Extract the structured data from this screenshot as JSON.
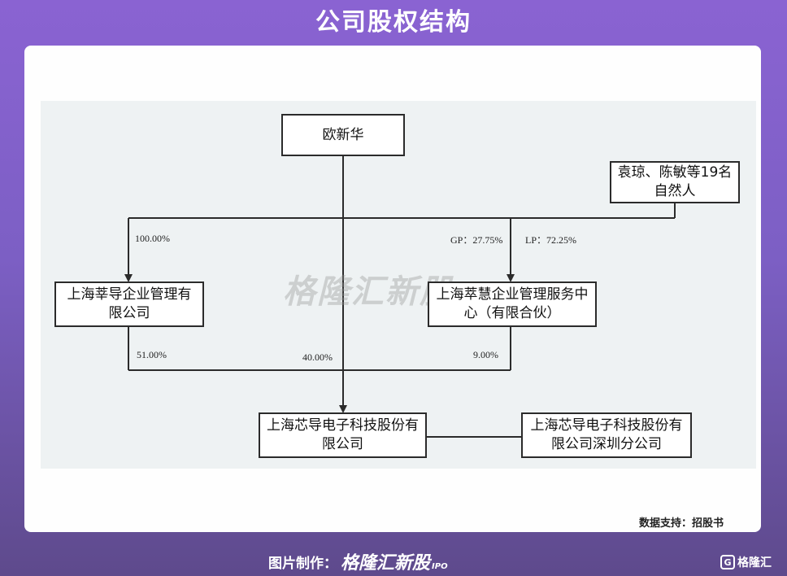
{
  "header": {
    "title": "公司股权结构"
  },
  "watermark": "格隆汇新股",
  "nodes": {
    "ouxinhua": "欧新华",
    "yuanqiong_group": "袁琼、陈敏等19名自然人",
    "cuidao": "上海莘导企业管理有限公司",
    "cuihui": "上海萃慧企业管理服务中心（有限合伙）",
    "xindao": "上海芯导电子科技股份有限公司",
    "shenzhen_branch": "上海芯导电子科技股份有限公司深圳分公司"
  },
  "edges": [
    {
      "from": "ouxinhua",
      "to": "cuidao",
      "label": "100.00%"
    },
    {
      "from": "ouxinhua",
      "to": "cuihui",
      "label": "GP：27.75%"
    },
    {
      "from": "yuanqiong_group",
      "to": "cuihui",
      "label": "LP：72.25%"
    },
    {
      "from": "cuidao",
      "to": "xindao",
      "label": "51.00%"
    },
    {
      "from": "ouxinhua",
      "to": "xindao",
      "label": "40.00%"
    },
    {
      "from": "cuihui",
      "to": "xindao",
      "label": "9.00%"
    },
    {
      "from": "xindao",
      "to": "shenzhen_branch",
      "label": ""
    }
  ],
  "footer": {
    "source": "数据支持：招股书",
    "credit_label": "图片制作：",
    "credit_brand": "格隆汇新股",
    "credit_sub": "IPO",
    "corner_logo_mark": "G",
    "corner_logo_text": "格隆汇"
  },
  "colors": {
    "bg_top": "#8a63d2",
    "bg_bottom": "#5e4a8c",
    "card": "#fefefe",
    "diagram_bg": "#eef2f3",
    "line": "#2b2b2b"
  }
}
